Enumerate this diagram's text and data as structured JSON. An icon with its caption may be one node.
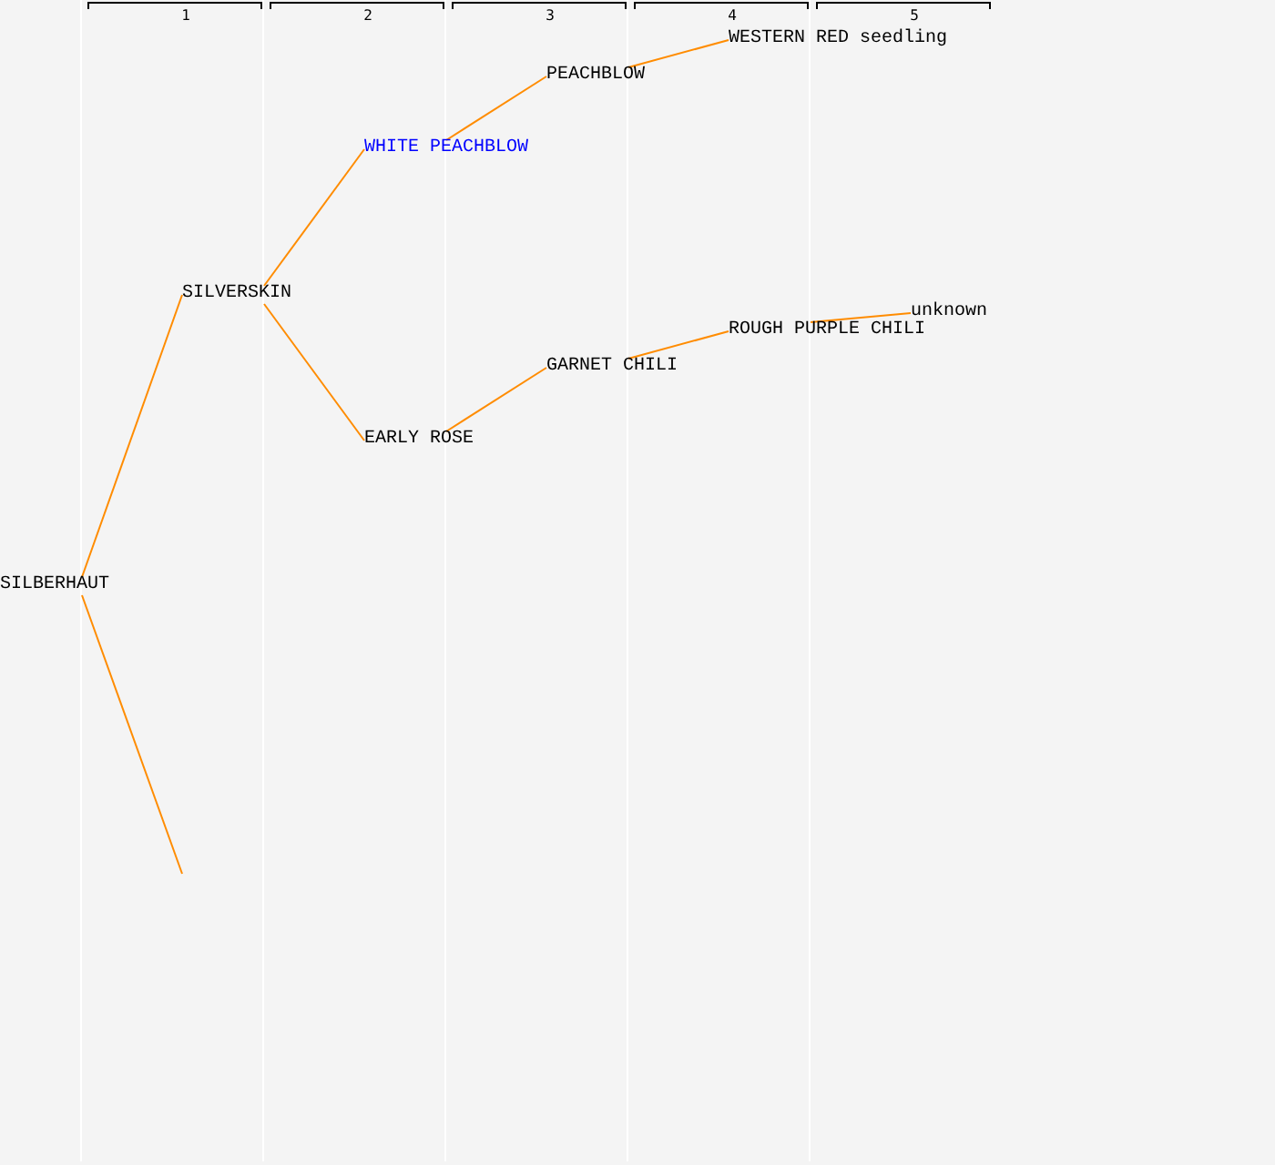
{
  "diagram": {
    "nodes": [
      {
        "text": [
          "SILBERHAUT"
        ]
      },
      {
        "text": [
          "SILVERSKIN"
        ]
      },
      {
        "text": [
          "WHITE PEACHBLOW"
        ]
      },
      {
        "text": [
          "EARLY ROSE"
        ]
      },
      {
        "text": [
          "PEACHBLOW"
        ]
      },
      {
        "text": [
          "GARNET CHILI"
        ]
      },
      {
        "text": [
          "WESTERN RED seedling"
        ]
      },
      {
        "text": [
          "ROUGH PURPLE CHILI"
        ]
      },
      {
        "text": [
          "unknown"
        ]
      }
    ],
    "edges": [
      {
        "from": 0,
        "to": 1,
        "arrow": "none"
      },
      {
        "from": 0,
        "to": null,
        "arrow": "none"
      },
      {
        "from": 1,
        "to": 2,
        "arrow": "none"
      },
      {
        "from": 1,
        "to": 3,
        "arrow": "none"
      },
      {
        "from": 2,
        "to": 4,
        "arrow": "none"
      },
      {
        "from": 3,
        "to": 5,
        "arrow": "none"
      },
      {
        "from": 4,
        "to": 6,
        "arrow": "none"
      },
      {
        "from": 5,
        "to": 7,
        "arrow": "none"
      },
      {
        "from": 7,
        "to": 8,
        "arrow": "none"
      }
    ],
    "labels": [
      "1",
      "2",
      "3",
      "4",
      "5"
    ]
  }
}
